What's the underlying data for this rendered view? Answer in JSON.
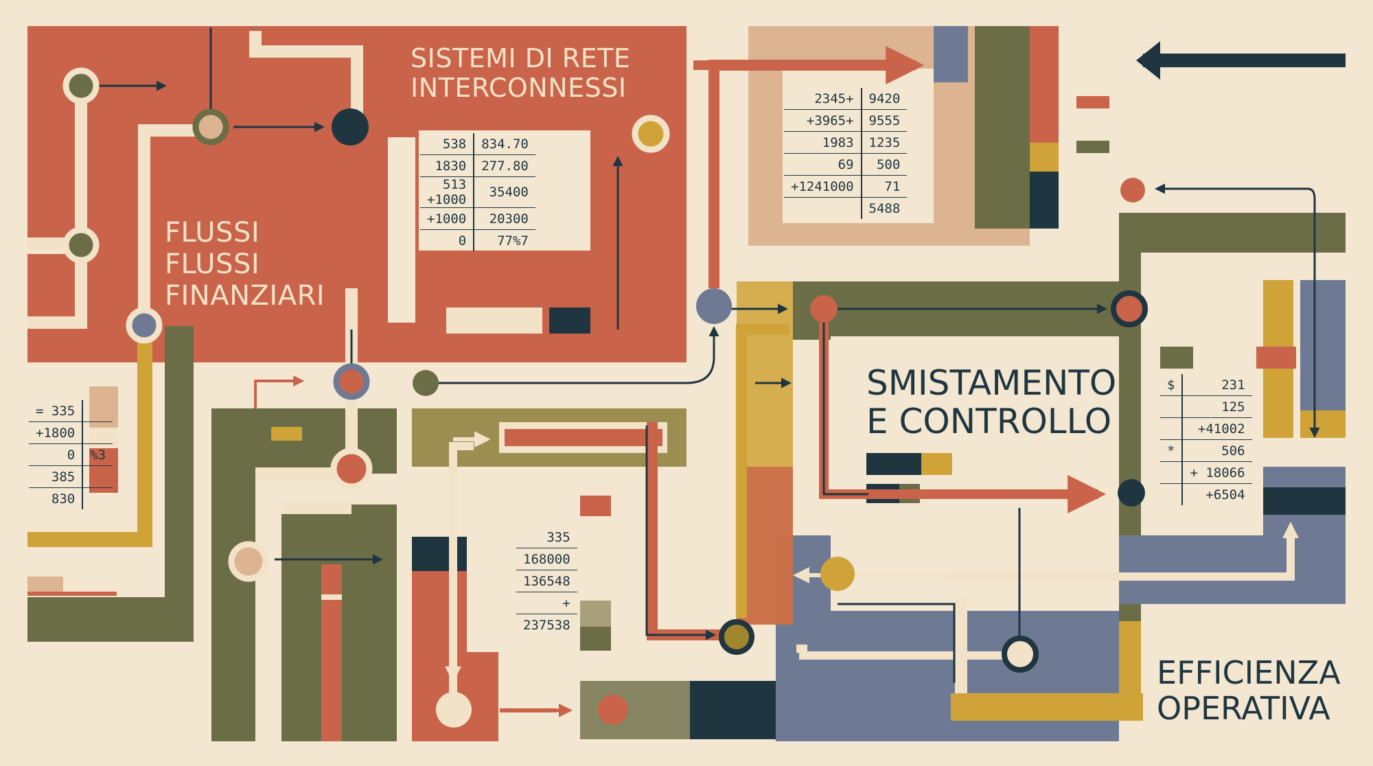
{
  "labels": {
    "flussi_line1": "FLUSSI",
    "flussi_line2": "FLUSSI",
    "flussi_line3": "FINANZIARI",
    "sistemi_line1": "SISTEMI DI RETE",
    "sistemi_line2": "INTERCONNESSI",
    "smistamento_line1": "SMISTAMENTO",
    "smistamento_line2": "E CONTROLLO",
    "efficienza_line1": "EFFICIENZA",
    "efficienza_line2": "OPERATIVA"
  },
  "tables": {
    "sistemi": [
      [
        "538",
        "834.70"
      ],
      [
        "1830",
        "277.80"
      ],
      [
        "513\n+1000",
        "35400"
      ],
      [
        "+1000",
        "20300"
      ],
      [
        "0",
        "77%7"
      ]
    ],
    "top_right": [
      [
        "2345+",
        "9420"
      ],
      [
        "+3965+",
        "9555"
      ],
      [
        "1983",
        "1235"
      ],
      [
        "69",
        "500"
      ],
      [
        "+1241000",
        "71"
      ],
      [
        "",
        "5488"
      ]
    ],
    "left": [
      [
        "= 335",
        ""
      ],
      [
        "+1800",
        ""
      ],
      [
        "0",
        "%3"
      ],
      [
        "385",
        ""
      ],
      [
        "830",
        ""
      ]
    ],
    "middle": [
      [
        "335"
      ],
      [
        "168000"
      ],
      [
        "136548"
      ],
      [
        "+"
      ],
      [
        "237538"
      ]
    ],
    "right": [
      [
        "$",
        "231"
      ],
      [
        "",
        "125"
      ],
      [
        "",
        "+41002"
      ],
      [
        "*",
        "506"
      ],
      [
        "",
        "+ 18066"
      ],
      [
        "",
        "+6504"
      ]
    ]
  },
  "palette": {
    "background": "#f3e7d2",
    "terracotta": "#c9644b",
    "olive": "#6b6d46",
    "mustard": "#cfa338",
    "slate": "#6e7a94",
    "navy": "#1f3540",
    "tan": "#dcb491",
    "cream": "#f2e2c8"
  }
}
